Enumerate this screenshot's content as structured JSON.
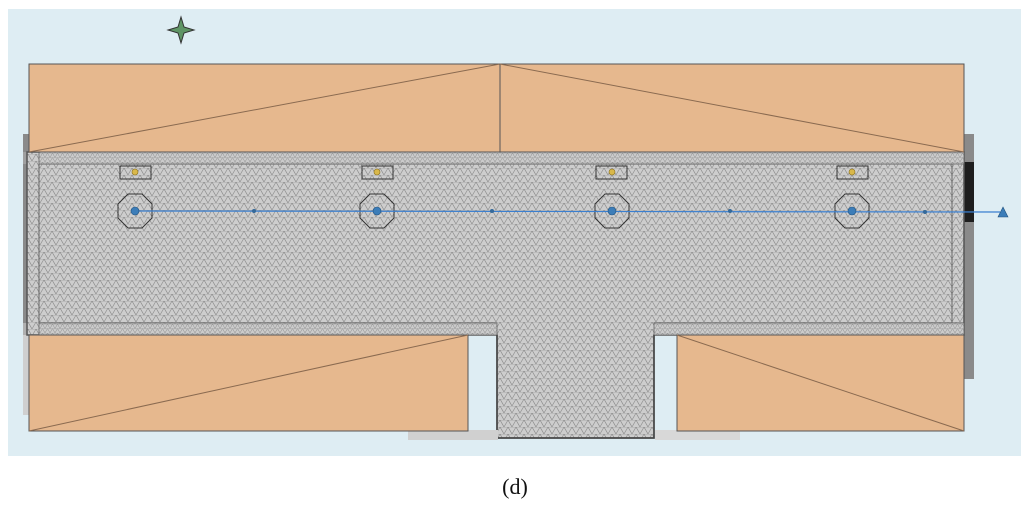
{
  "figure": {
    "caption": "(d)",
    "background_color": "#deedf3",
    "mesh_color": "#c9c9c9",
    "block_color": "#e6b88e",
    "boundary_color": "#555555",
    "heated_edge_color": "#d42020",
    "probe_line_color": "#3a7fd0",
    "point_color": "#3c7db8",
    "sensor_color": "#d9b84a",
    "star_color": "#5a9060",
    "top_blocks": 2,
    "bottom_blocks": 2,
    "probe_points": 4,
    "sensors": 4
  }
}
